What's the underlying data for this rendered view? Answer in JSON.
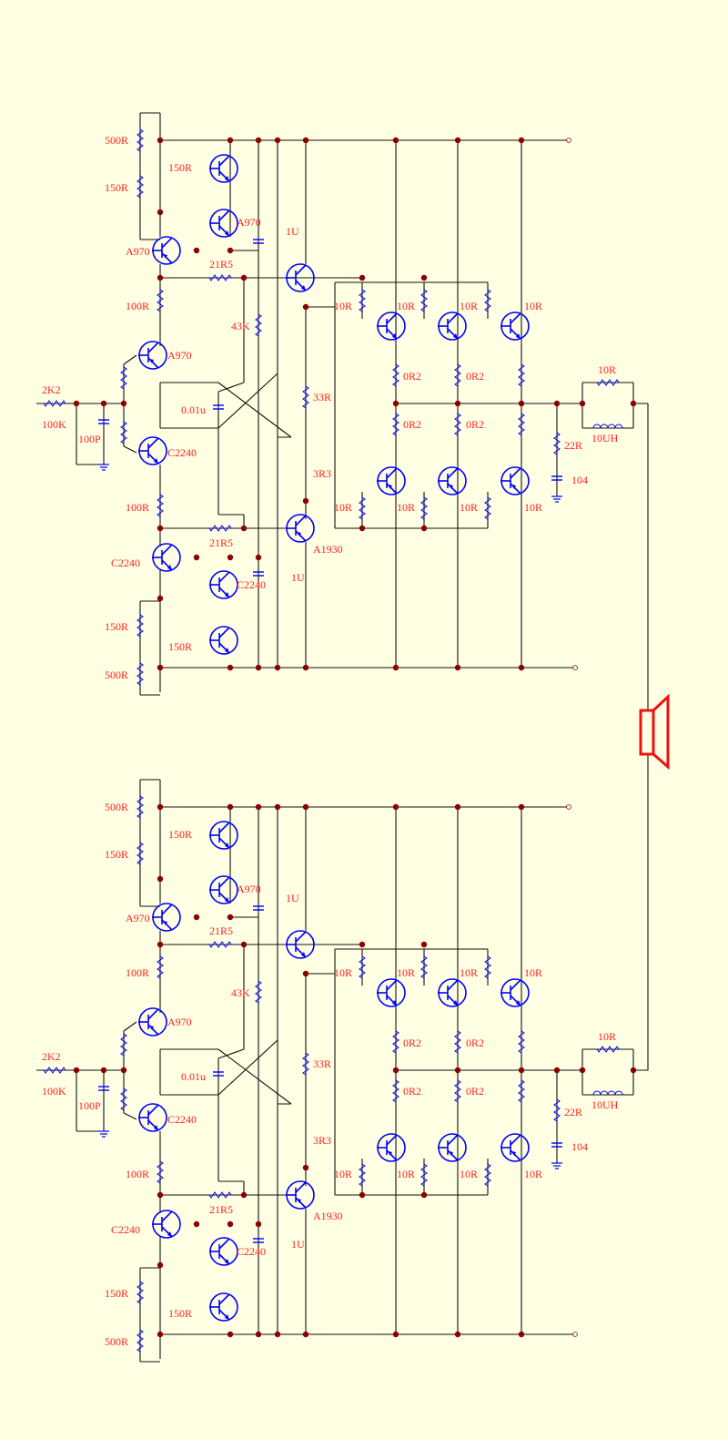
{
  "colors": {
    "background": "#ffffe4",
    "wire": "#111111",
    "component": "#0000ff",
    "label": "#ff1e1e",
    "junction": "#8b0000",
    "speaker": "#ee1111"
  },
  "labels": {
    "r500": "500R",
    "r150": "150R",
    "a970": "A970",
    "r21r5": "21R5",
    "u1": "1U",
    "r100": "100R",
    "r43k": "43K",
    "r10": "10R",
    "r2k2": "2K2",
    "r100k": "100K",
    "c100p": "100P",
    "c001u": "0.01u",
    "r33": "33R",
    "r0r2": "0R2",
    "r3r3": "3R3",
    "c2240": "C2240",
    "a1930": "A1930",
    "r22": "22R",
    "c104": "104",
    "l10uh": "10UH"
  },
  "icons": [
    "npn-transistor-icon",
    "pnp-transistor-icon",
    "resistor-icon",
    "capacitor-icon",
    "ground-icon",
    "inductor-icon",
    "speaker-icon"
  ]
}
